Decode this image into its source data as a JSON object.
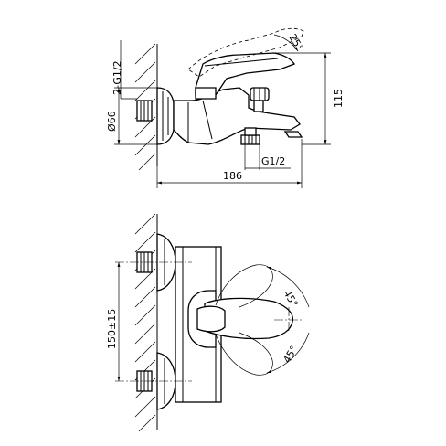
{
  "side_view": {
    "angle_label": "25°",
    "thread_inlet_label": "2-G1/2",
    "diameter_label": "Ø66",
    "height_label": "115",
    "outlet_thread_label": "G1/2",
    "width_label": "186"
  },
  "front_view": {
    "spacing_label": "150±15",
    "angle_top_label": "45°",
    "angle_bottom_label": "45°"
  }
}
